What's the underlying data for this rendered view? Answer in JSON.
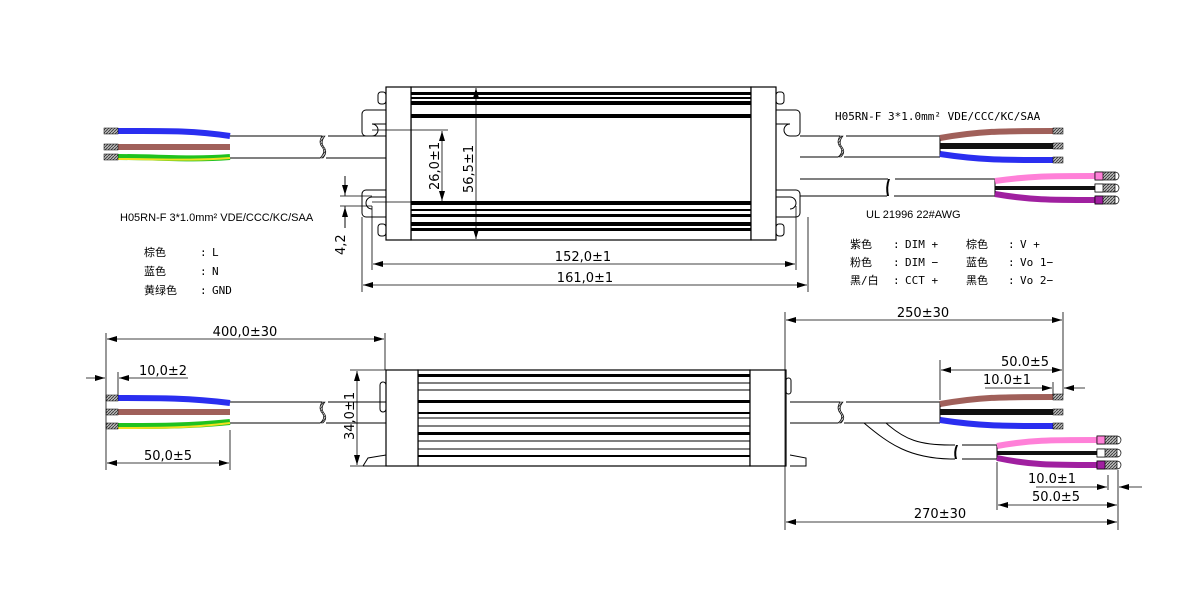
{
  "colors": {
    "blue": "#2a2ef0",
    "brown": "#a0605a",
    "green": "#1fc21f",
    "yellow": "#f0e020",
    "black": "#111111",
    "pink": "#ff80d8",
    "purple": "#a020a0",
    "strip": "#999999"
  },
  "top_view": {
    "input_cable_spec": "H05RN-F  3*1.0mm² VDE/CCC/KC/SAA",
    "output_cable_spec": "H05RN-F   3*1.0mm² VDE/CCC/KC/SAA",
    "signal_cable_spec": "UL 21996  22#AWG",
    "dims": {
      "mount_spacing": "26,0±1",
      "height": "56,5±1",
      "slot": "4,2",
      "inner_length": "152,0±1",
      "total_length": "161,0±1"
    },
    "input_legend": [
      {
        "color": "棕色",
        "sep": ":",
        "signal": "L"
      },
      {
        "color": "蓝色",
        "sep": ":",
        "signal": "N"
      },
      {
        "color": "黄绿色",
        "sep": ":",
        "signal": "GND"
      }
    ],
    "output_legend": [
      {
        "color": "紫色",
        "sep": ":",
        "signal": "DIM +",
        "color2": "棕色",
        "signal2": "V +"
      },
      {
        "color": "粉色",
        "sep": ":",
        "signal": "DIM −",
        "color2": "蓝色",
        "signal2": "Vo 1−"
      },
      {
        "color": "黑/白",
        "sep": ":",
        "signal": "CCT +",
        "color2": "黑色",
        "signal2": "Vo 2−"
      }
    ]
  },
  "side_view": {
    "dims": {
      "input_cable": "400,0±30",
      "input_strip": "10,0±2",
      "input_split": "50,0±5",
      "thickness": "34,0±1",
      "output_cable": "250±30",
      "output_split": "50.0±5",
      "output_strip": "10.0±1",
      "signal_strip": "10.0±1",
      "signal_split": "50.0±5",
      "signal_cable": "270±30"
    }
  }
}
